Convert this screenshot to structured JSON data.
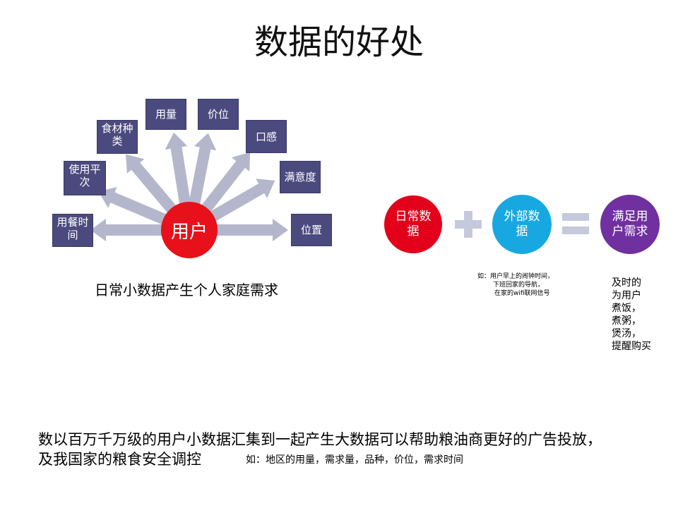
{
  "title": "数据的好处",
  "left_diagram": {
    "center": "用户",
    "nodes": [
      "用餐时间",
      "使用平次",
      "食材种类",
      "用量",
      "价位",
      "口感",
      "满意度",
      "位置"
    ],
    "caption": "日常小数据产生个人家庭需求"
  },
  "right_diagram": {
    "daily_data": "日常数据",
    "external_data": "外部数据",
    "result": "满足用户需求",
    "plus": "+",
    "equals": "=",
    "example_note": [
      "如：用户早上的闹钟时间，",
      "下班回家的导航，",
      "在家的wifi联网信号"
    ],
    "result_note": [
      "及时的",
      "为用户",
      "煮饭，",
      "煮粥，",
      "煲汤，",
      "提醒购买"
    ]
  },
  "bottom": {
    "line1": "数以百万千万级的用户小数据汇集到一起产生大数据可以帮助粮油商更好的广告投放，",
    "line2": "及我国家的粮食安全调控",
    "note": "如：地区的用量，需求量，品种，价位，需求时间"
  },
  "colors": {
    "box": "#4b4a7e",
    "arrow": "#b4b7cc",
    "center": "#e8101a",
    "daily": "#e3001b",
    "external": "#18a8e1",
    "result": "#7030a0",
    "operator": "#c6c9dc"
  }
}
